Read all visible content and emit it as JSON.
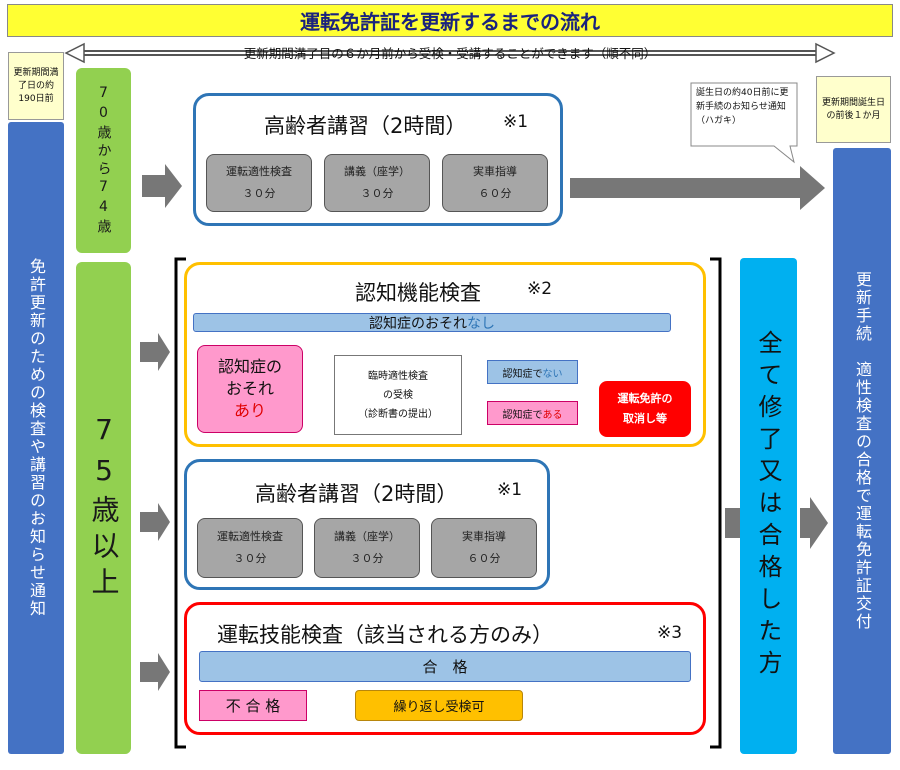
{
  "title": "運転免許証を更新するまでの流れ",
  "subtitle": "更新期間満了日の６か月前から受検・受講することができます（順不同）",
  "left_note": "更新期間満了日の約190日前",
  "left_column": "免許更新のための検査や講習のお知らせ通知",
  "age_70_74": "70歳から74歳",
  "age_75": "75歳以上",
  "top_course": {
    "title": "高齢者講習（2時間）",
    "mark": "※1",
    "items": [
      {
        "name": "運転適性検査",
        "time": "３０分"
      },
      {
        "name": "講義（座学）",
        "time": "３０分"
      },
      {
        "name": "実車指導",
        "time": "６０分"
      }
    ]
  },
  "callout": "誕生日の約40日前に更新手続のお知らせ通知（ハガキ）",
  "right_note": "更新期間誕生日の前後１か月",
  "right_column": "更新手続　適性検査の合格で運転免許証交付",
  "cognitive": {
    "title": "認知機能検査",
    "mark": "※2",
    "none_bar_prefix": "認知症のおそれ",
    "none_bar_suffix": "なし",
    "risk_line1": "認知症の",
    "risk_line2": "おそれ",
    "risk_line3": "あり",
    "clinical_line1": "臨時適性検査",
    "clinical_line2": "の受検",
    "clinical_line3": "（診断書の提出）",
    "not_dementia_prefix": "認知症で",
    "not_dementia_suffix": "ない",
    "dementia_prefix": "認知症で",
    "dementia_suffix": "ある",
    "revoke_line1": "運転免許の",
    "revoke_line2": "取消し等"
  },
  "mid_course": {
    "title": "高齢者講習（2時間）",
    "mark": "※1",
    "items": [
      {
        "name": "運転適性検査",
        "time": "３０分"
      },
      {
        "name": "講義（座学）",
        "time": "３０分"
      },
      {
        "name": "実車指導",
        "time": "６０分"
      }
    ]
  },
  "skill": {
    "title": "運転技能検査（該当される方のみ）",
    "mark": "※3",
    "pass": "合　格",
    "fail": "不 合 格",
    "retry": "繰り返し受検可"
  },
  "all_done": "全て修了又は合格した方",
  "colors": {
    "title_bg": "#ffff33",
    "blue": "#4472c4",
    "green": "#92d050",
    "light_blue": "#9dc3e6",
    "cyan": "#00b0f0",
    "orange": "#ffc000",
    "red": "#ff0000",
    "pink": "#ff99cc",
    "gray": "#a6a6a6"
  }
}
